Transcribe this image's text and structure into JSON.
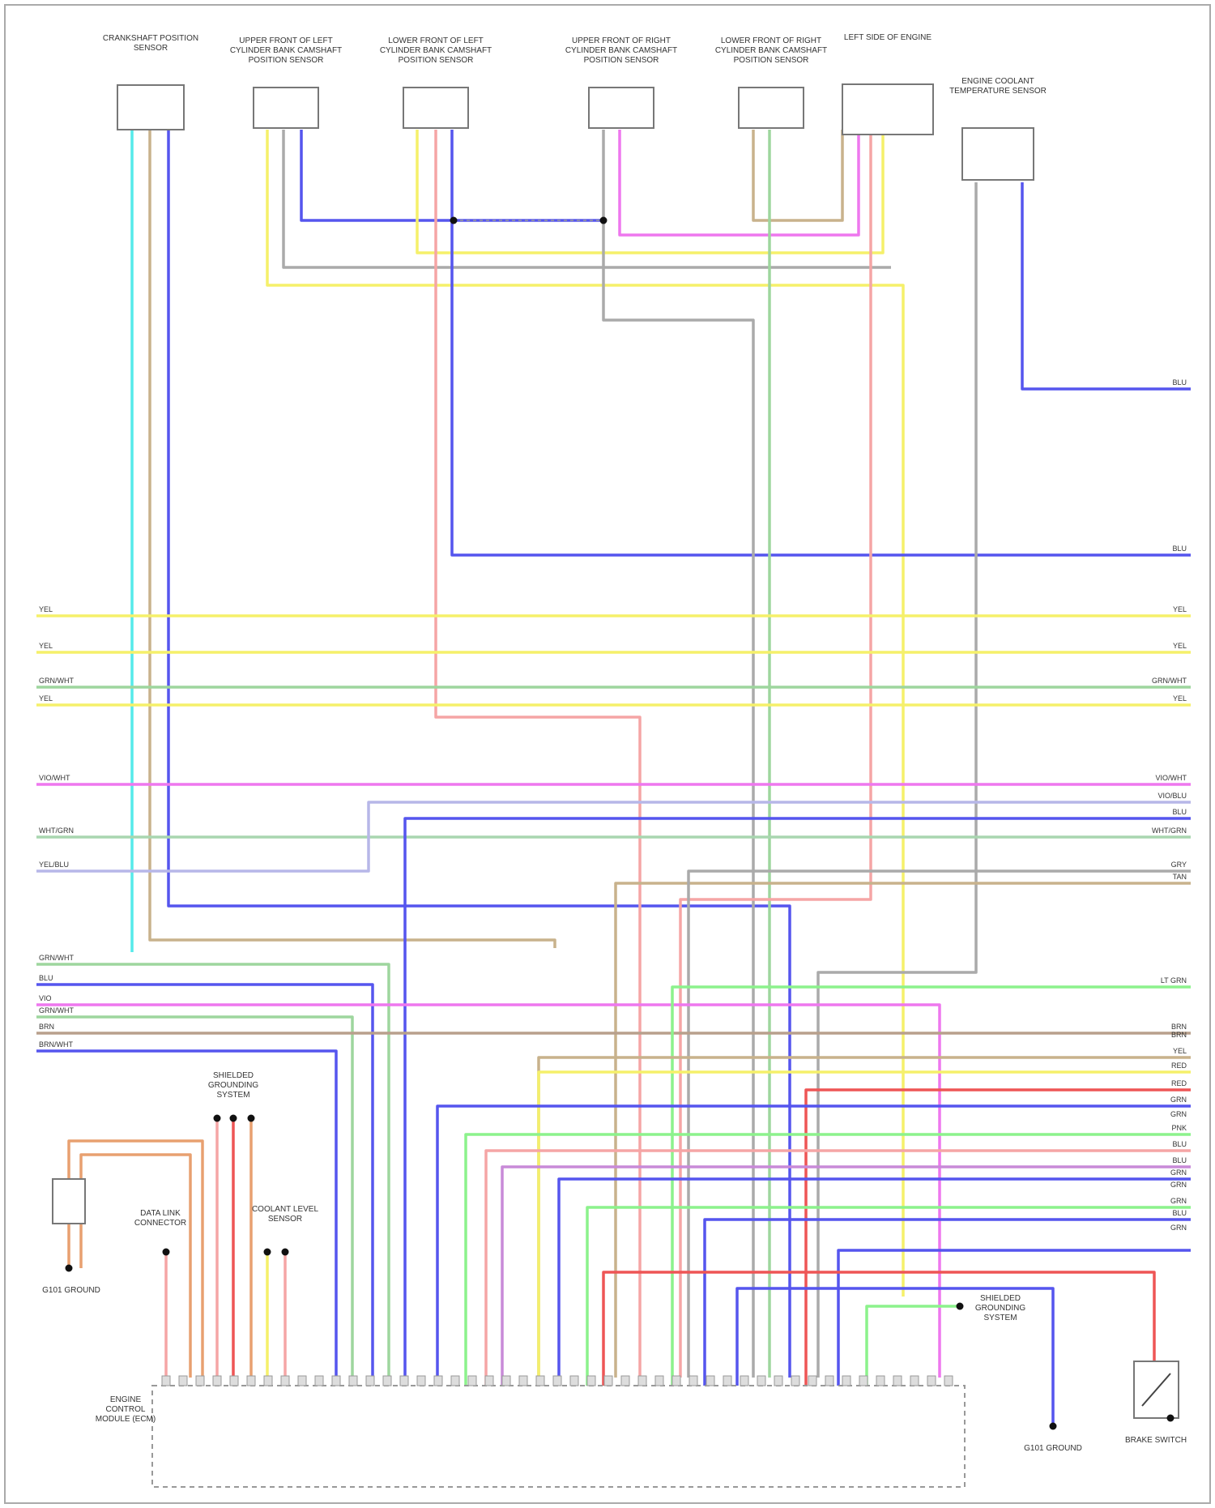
{
  "diagram": {
    "title": "",
    "wire_colors": {
      "BLU": "#5555ee",
      "YEL": "#f5f06a",
      "GRN/WHT": "#9ed69e",
      "VIO/WHT": "#ee77ee",
      "VIO/BLU": "#c88ad8",
      "WHT/GRN": "#a9d6b0",
      "YEL/BLU": "#b7b7e8",
      "LT GRN": "#8cf28c",
      "RED": "#ee5555",
      "PNK": "#f5a5a5",
      "GRY": "#aaaaaa",
      "CYN": "#55eaea",
      "TAN": "#c8b28c",
      "ORN": "#e8a070",
      "BRN/WHT": "#b8a08c"
    },
    "components": [
      {
        "id": "crank",
        "label": "CRANKSHAFT POSITION SENSOR"
      },
      {
        "id": "lf_cam_up",
        "label": "UPPER FRONT OF LEFT CYLINDER BANK CAMSHAFT POSITION SENSOR"
      },
      {
        "id": "lf_cam_lo",
        "label": "LOWER FRONT OF LEFT CYLINDER BANK CAMSHAFT POSITION SENSOR"
      },
      {
        "id": "rf_cam_up",
        "label": "UPPER FRONT OF RIGHT CYLINDER BANK CAMSHAFT POSITION SENSOR"
      },
      {
        "id": "rf_cam_lo",
        "label": "LOWER FRONT OF RIGHT CYLINDER BANK CAMSHAFT POSITION SENSOR"
      },
      {
        "id": "left_side",
        "label": "LEFT SIDE OF ENGINE"
      },
      {
        "id": "temp_sensor",
        "label": "ENGINE COOLANT TEMPERATURE SENSOR"
      },
      {
        "id": "ground_left",
        "label": "G101 GROUND"
      },
      {
        "id": "shield",
        "label": "SHIELDED GROUNDING SYSTEM"
      },
      {
        "id": "data_link",
        "label": "DATA LINK CONNECTOR"
      },
      {
        "id": "coolant",
        "label": "COOLANT LEVEL SENSOR"
      },
      {
        "id": "ecm",
        "label": "ENGINE CONTROL MODULE (ECM)"
      },
      {
        "id": "ground_bottom",
        "label": "G101 GROUND"
      },
      {
        "id": "brake_switch",
        "label": "BRAKE SWITCH"
      },
      {
        "id": "shield_right",
        "label": "SHIELDED GROUNDING SYSTEM"
      }
    ],
    "left_wire_labels": [
      "YEL",
      "YEL",
      "GRN/WHT",
      "YEL",
      "VIO/WHT",
      "WHT/GRN",
      "YEL/BLU",
      "GRN/WHT",
      "BLU",
      "VIO",
      "GRN/WHT",
      "BRN",
      "BRN/WHT"
    ],
    "right_wire_labels": [
      "BLU",
      "BLU",
      "YEL",
      "YEL",
      "GRN/WHT",
      "YEL",
      "VIO/WHT",
      "VIO/BLU",
      "BLU",
      "WHT/GRN",
      "GRY",
      "TAN",
      "LT GRN",
      "BRN",
      "BRN",
      "YEL",
      "RED",
      "RED",
      "GRN",
      "GRN",
      "PNK",
      "BLU",
      "BLU",
      "GRN",
      "GRN",
      "GRN",
      "BLU",
      "GRN"
    ],
    "footer_note": ""
  }
}
